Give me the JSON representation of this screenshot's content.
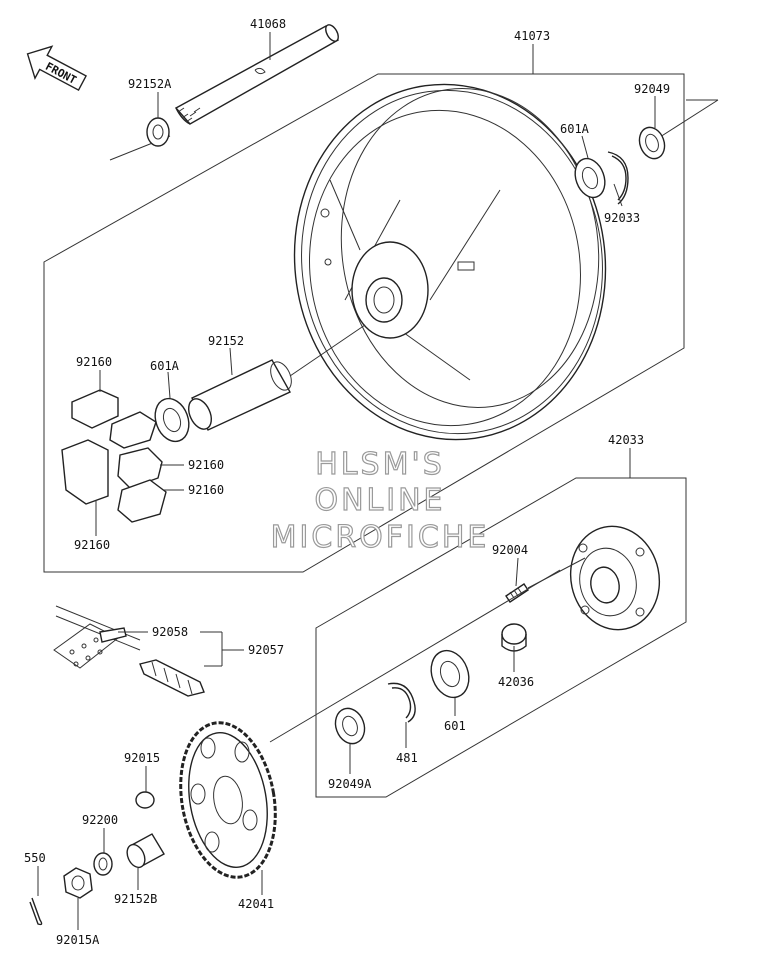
{
  "front_arrow": "FRONT",
  "watermark": [
    "HLSM'S",
    "ONLINE",
    "MICROFICHE"
  ],
  "parts": {
    "axle": "41068",
    "wheel": "41073",
    "collar_a": "92152A",
    "oil_seal_right": "92049",
    "bearing_right": "601A",
    "circlip_right": "92033",
    "damper_a": "92160",
    "bearing_left": "601A",
    "collar_inner": "92152",
    "damper_b": "92160",
    "damper_c": "92160",
    "damper_d": "92160",
    "coupling": "42033",
    "stud": "92004",
    "chain_link": "92058",
    "chain": "92057",
    "coupling_collar": "42036",
    "circlip_coupling": "481",
    "bearing_coupling": "601",
    "oil_seal_coupling": "92049A",
    "nut_sprocket": "92015",
    "washer": "92200",
    "collar_b": "92152B",
    "sprocket": "42041",
    "cotter_pin": "550",
    "axle_nut": "92015A"
  }
}
